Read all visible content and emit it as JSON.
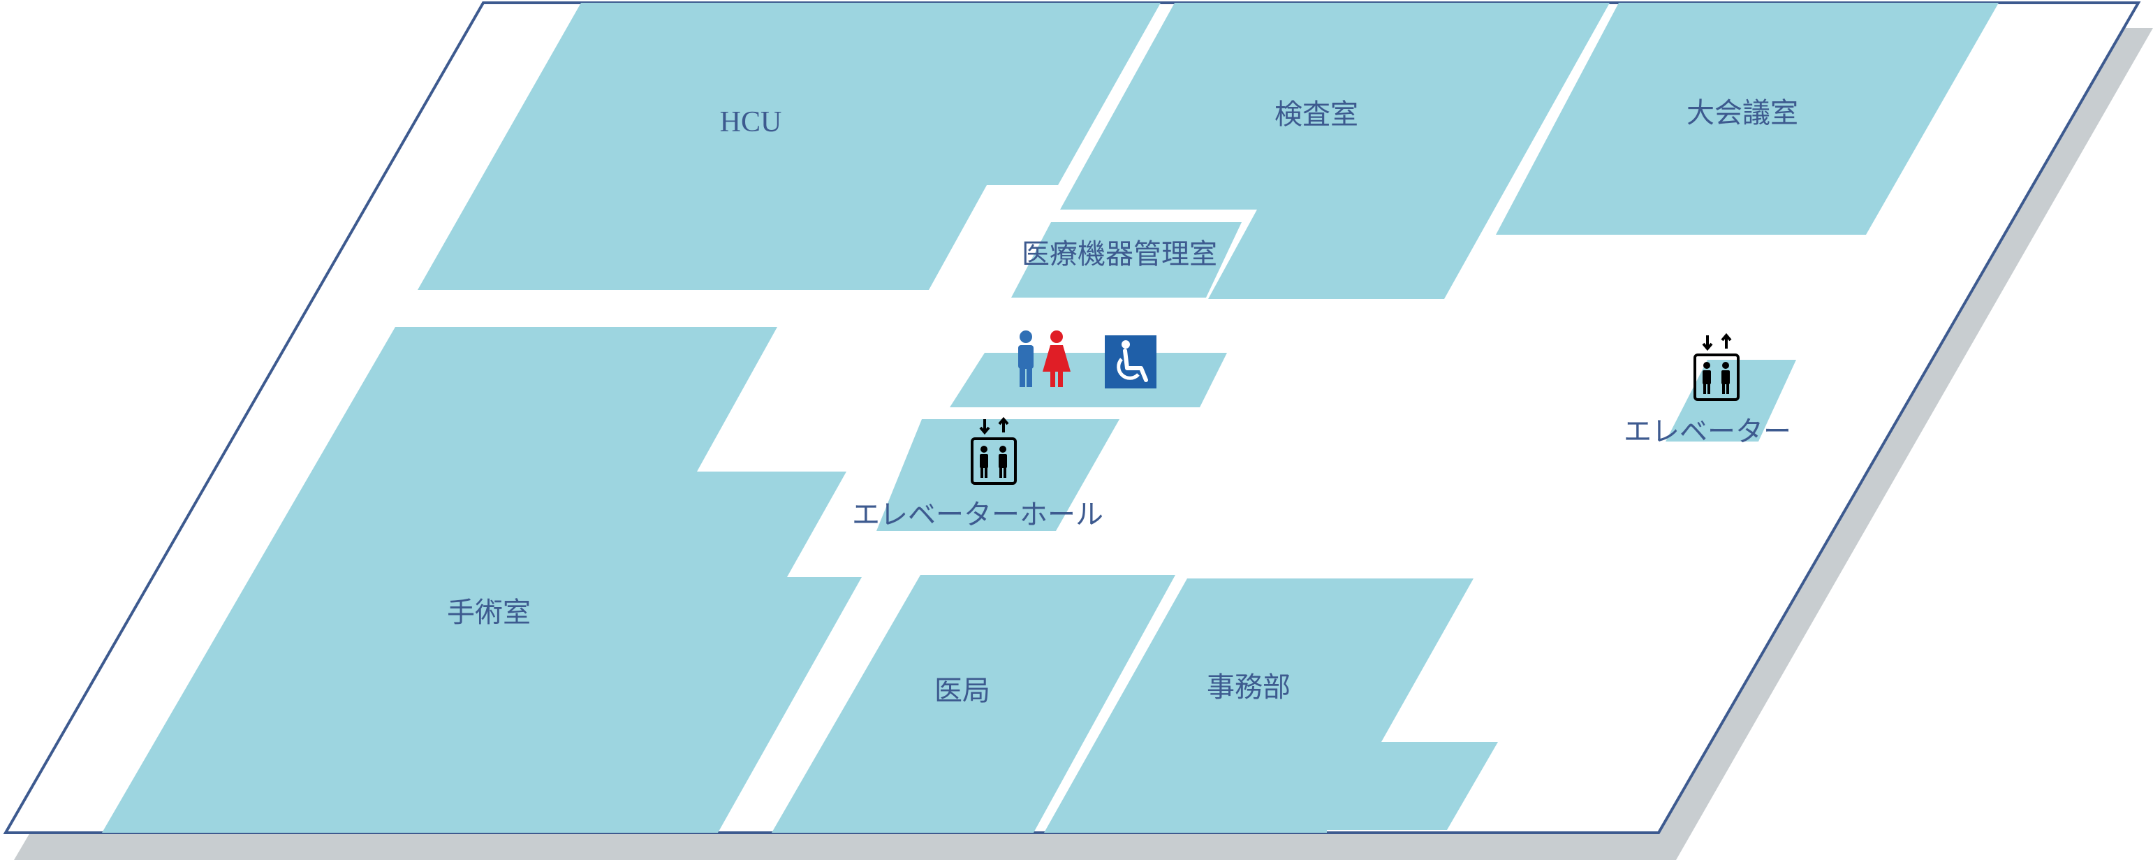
{
  "colors": {
    "room_fill": "#9dd5e0",
    "floor_outline": "#3d5a8f",
    "shadow": "#c8cdd0",
    "label_text": "#3d5a8f",
    "restroom_male": "#2f6fb5",
    "restroom_female": "#e01e26",
    "accessible_bg": "#1f5fa8"
  },
  "rooms": {
    "hcu": "HCU",
    "exam_room": "検査室",
    "large_conference_room": "大会議室",
    "medical_equipment_room": "医療機器管理室",
    "elevator_hall": "エレベーターホール",
    "elevator": "エレベーター",
    "operating_room": "手術室",
    "medical_office": "医局",
    "administration": "事務部"
  },
  "icons": {
    "restroom": "restroom-male-female-icon",
    "accessible": "wheelchair-accessible-icon",
    "elevator_hall": "elevator-icon",
    "elevator_right": "elevator-icon"
  }
}
